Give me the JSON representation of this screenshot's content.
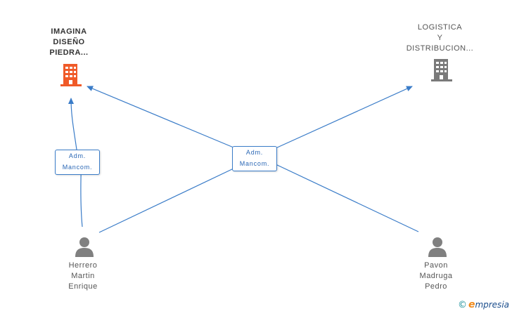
{
  "colors": {
    "highlight_company": "#f05a28",
    "company": "#7a7a7a",
    "person": "#808080",
    "edge": "#3a7cc8"
  },
  "companies": [
    {
      "id": "imagina",
      "label": "IMAGINA\nDISEÑO\nPIEDRA...",
      "icon": "building-icon",
      "highlight": true
    },
    {
      "id": "logistica",
      "label": "LOGISTICA\nY\nDISTRIBUCION...",
      "icon": "building-icon",
      "highlight": false
    }
  ],
  "persons": [
    {
      "id": "herrero",
      "label": "Herrero\nMartin\nEnrique",
      "icon": "person-icon"
    },
    {
      "id": "pavon",
      "label": "Pavon\nMadruga\nPedro",
      "icon": "person-icon"
    }
  ],
  "roles": [
    {
      "id": "role-left",
      "label": "Adm.\nMancom."
    },
    {
      "id": "role-center",
      "label": "Adm.\nMancom."
    }
  ],
  "brand": {
    "copyright": "©",
    "e": "e",
    "rest": "mpresia"
  }
}
